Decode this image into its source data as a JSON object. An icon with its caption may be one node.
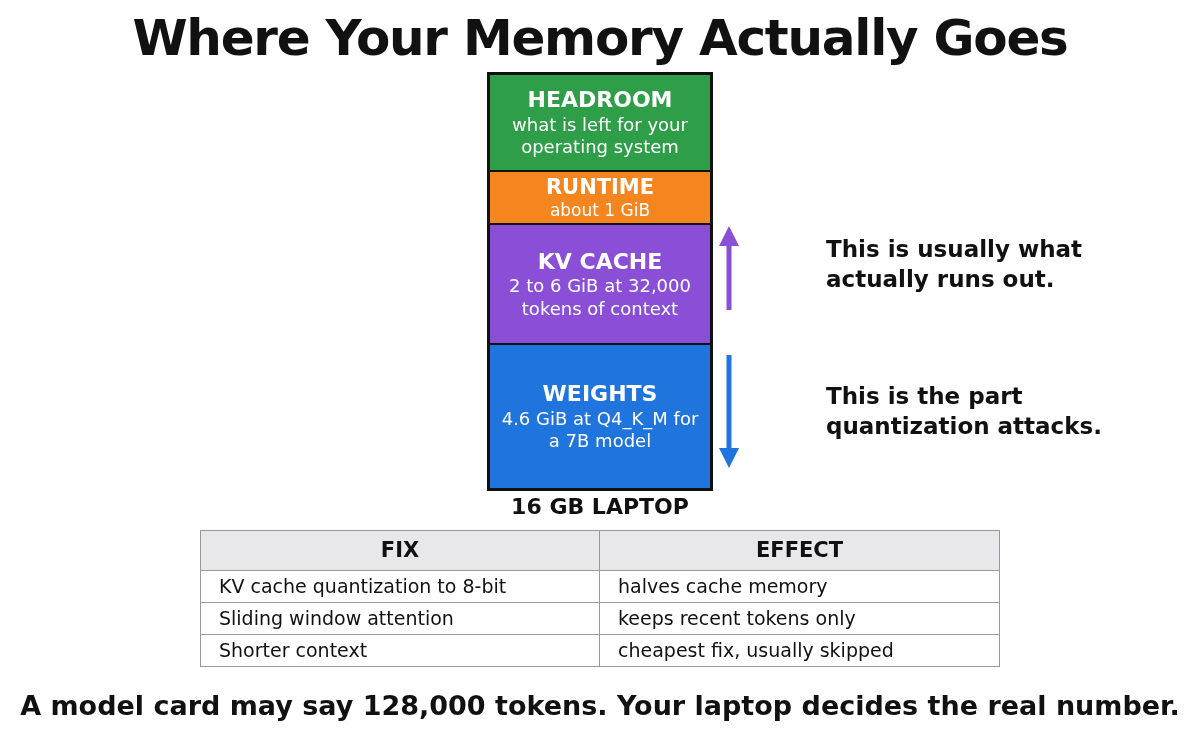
{
  "diagram": {
    "title": "Where Your Memory Actually Goes",
    "nodes": [
      {
        "text": [
          "HEADROOM",
          "what is left for your operating system"
        ]
      },
      {
        "text": [
          "RUNTIME",
          "about 1 GiB"
        ]
      },
      {
        "text": [
          "KV CACHE",
          "2 to 6 GiB at 32,000 tokens of context"
        ]
      },
      {
        "text": [
          "WEIGHTS",
          "4.6 GiB at Q4_K_M for a 7B model"
        ]
      }
    ],
    "labels": [
      "This is usually what actually runs out.",
      "This is the part quantization attacks.",
      "16 GB LAPTOP",
      "FIX",
      "EFFECT",
      "KV cache quantization to 8-bit",
      "halves cache memory",
      "Sliding window attention",
      "keeps recent tokens only",
      "Shorter context",
      "cheapest fix, usually skipped"
    ],
    "caption": "A model card may say 128,000 tokens. Your laptop decides the real number."
  }
}
